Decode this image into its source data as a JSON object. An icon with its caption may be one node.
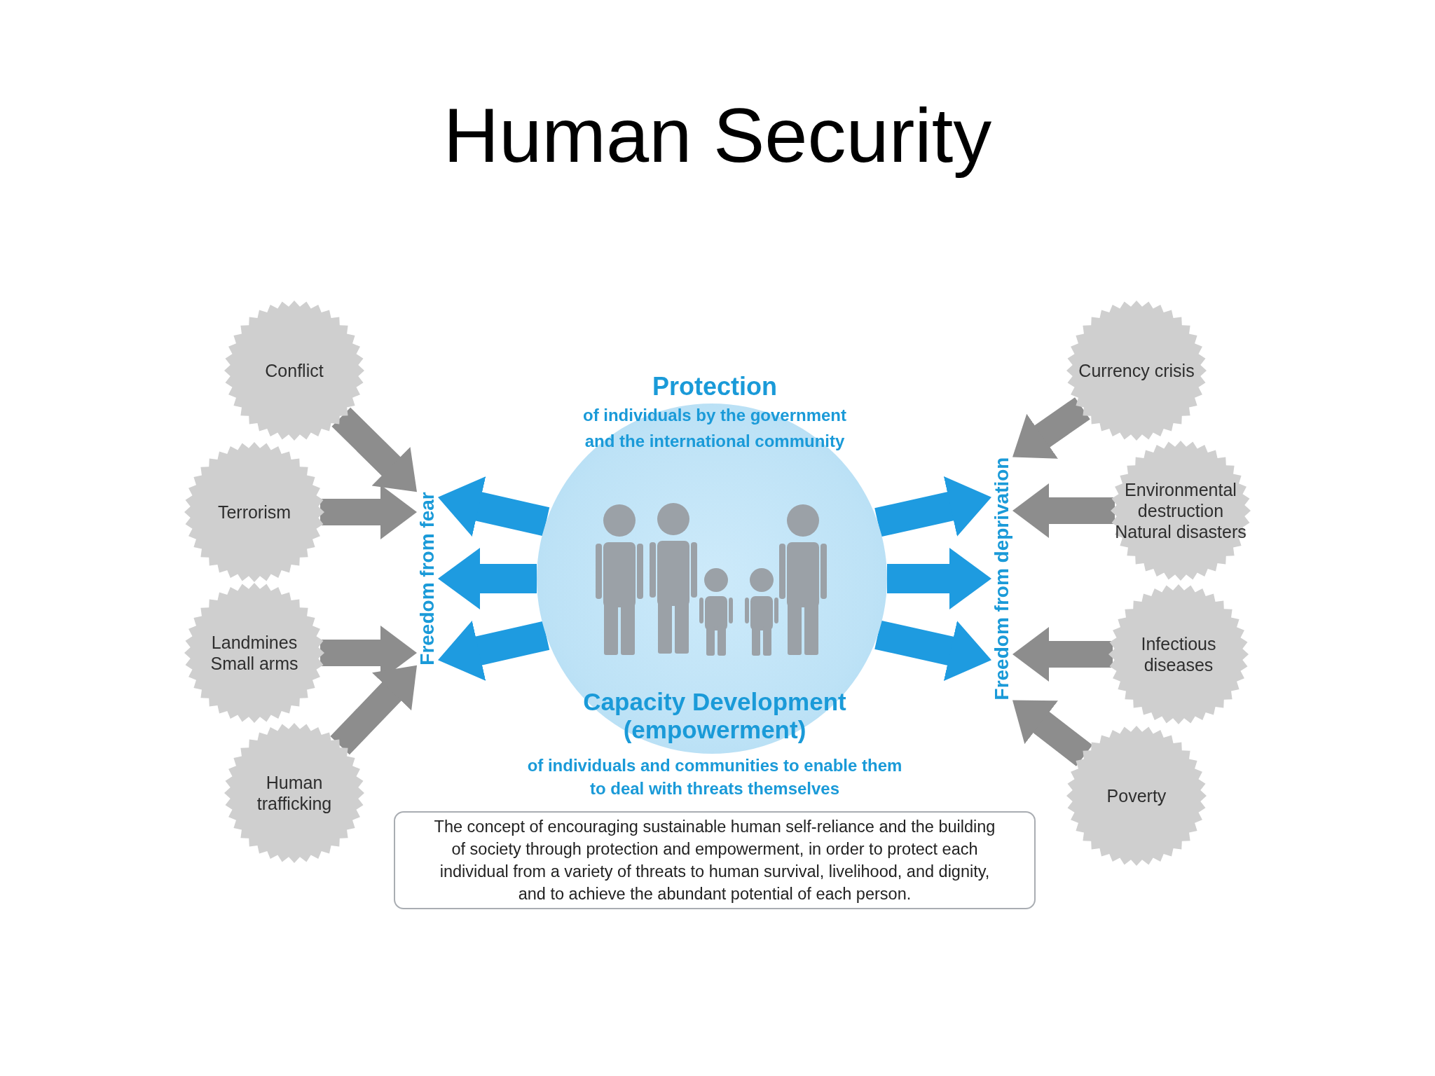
{
  "diagram": {
    "title": "Human Security",
    "nodes": [
      {
        "text": [
          "Conflict"
        ]
      },
      {
        "text": [
          "Terrorism"
        ]
      },
      {
        "text": [
          "Landmines",
          "Small arms"
        ]
      },
      {
        "text": [
          "Human trafficking"
        ]
      },
      {
        "text": [
          "Freedom from fear"
        ]
      },
      {
        "text": [
          "Currency crisis"
        ]
      },
      {
        "text": [
          "Environmental destruction",
          "Natural disasters"
        ]
      },
      {
        "text": [
          "Infectious diseases"
        ]
      },
      {
        "text": [
          "Poverty"
        ]
      },
      {
        "text": [
          "Freedom from deprivation"
        ]
      },
      {
        "text": [],
        "shape": "circle"
      },
      {
        "text": [
          "The concept of encouraging sustainable human self-reliance and the building of society through protection and empowerment, in order to protect each individual from a variety of threats to human survival, livelihood, and dignity, and to achieve the abundant potential of each person."
        ]
      }
    ],
    "edges": [
      {
        "from": 0,
        "to": 4,
        "arrow": "to"
      },
      {
        "from": 1,
        "to": 4,
        "arrow": "to"
      },
      {
        "from": 2,
        "to": 4,
        "arrow": "to"
      },
      {
        "from": 3,
        "to": 4,
        "arrow": "to"
      },
      {
        "from": 5,
        "to": 9,
        "arrow": "to"
      },
      {
        "from": 6,
        "to": 9,
        "arrow": "to"
      },
      {
        "from": 7,
        "to": 9,
        "arrow": "to"
      },
      {
        "from": 8,
        "to": 9,
        "arrow": "to"
      },
      {
        "from": 10,
        "to": 4,
        "arrow": "to",
        "color": "#1e9be0"
      },
      {
        "from": 10,
        "to": 4,
        "arrow": "to",
        "color": "#1e9be0"
      },
      {
        "from": 10,
        "to": 4,
        "arrow": "to",
        "color": "#1e9be0"
      },
      {
        "from": 10,
        "to": 9,
        "arrow": "to",
        "color": "#1e9be0"
      },
      {
        "from": 10,
        "to": 9,
        "arrow": "to",
        "color": "#1e9be0"
      },
      {
        "from": 10,
        "to": 9,
        "arrow": "to",
        "color": "#1e9be0"
      }
    ],
    "labels": [
      "Protection",
      "of individuals by the government and the international community",
      "Capacity Development (empowerment)",
      "of individuals and communities to enable them to deal with threats themselves"
    ]
  }
}
